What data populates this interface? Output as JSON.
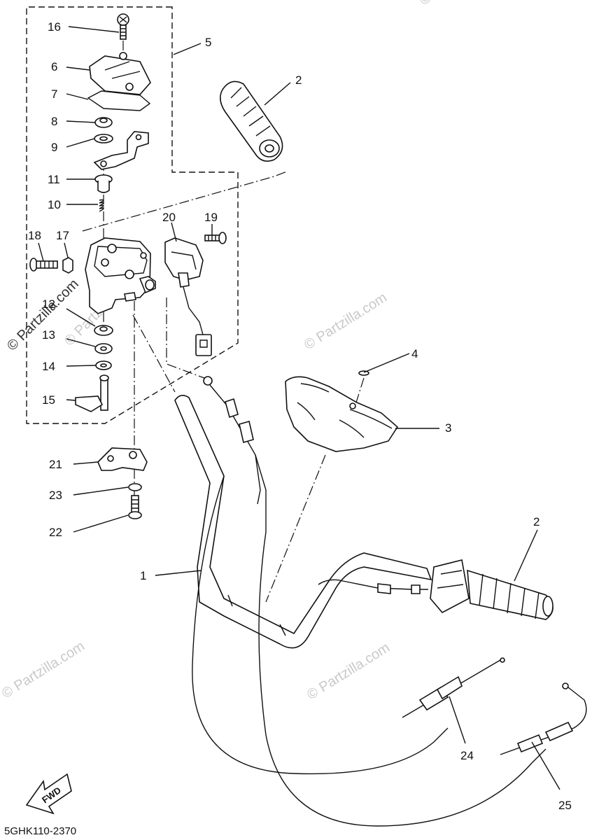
{
  "diagram_code": "5GHK110-2370",
  "fwd_label": "FWD",
  "watermarks": [
    "© Partzilla.com",
    "© Partzilla.com",
    "© Partzilla.com",
    "© Partzilla.com",
    "© Partzilla.com",
    "© Partzilla.com"
  ],
  "callouts": [
    "16",
    "5",
    "6",
    "7",
    "8",
    "9",
    "2",
    "11",
    "10",
    "20",
    "19",
    "18",
    "17",
    "12",
    "13",
    "14",
    "4",
    "15",
    "3",
    "21",
    "23",
    "22",
    "2",
    "1",
    "24",
    "25"
  ]
}
